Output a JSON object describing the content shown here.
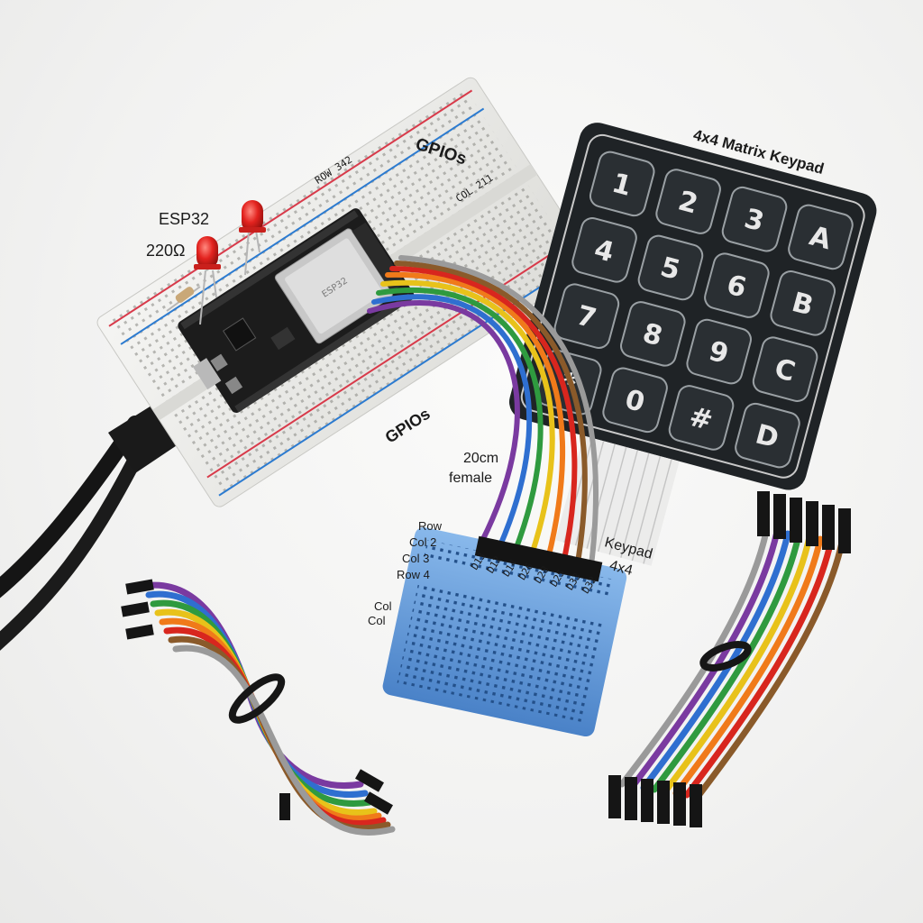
{
  "labels": {
    "gpio_top": "GPIOs",
    "gpio_bottom": "GPIOs",
    "esp32": "ESP32",
    "resistor": "220Ω",
    "keypad_title": "4x4 Matrix Keypad",
    "cable_length": "20cm",
    "cable_type": "female",
    "keypad_side_1": "Keypad",
    "keypad_side_2": "4x4",
    "row": "Row",
    "col_2": "Col 2",
    "col_3": "Col 3",
    "row_4": "Row 4",
    "col_a": "Col",
    "col_b": "Col",
    "breadboard_row_text": "ROW 342",
    "breadboard_col_text": "COL 211"
  },
  "keypad": {
    "keys": [
      "1",
      "2",
      "3",
      "A",
      "4",
      "5",
      "6",
      "B",
      "7",
      "8",
      "9",
      "C",
      "*",
      "0",
      "#",
      "D"
    ]
  },
  "header_pins": [
    "D13",
    "D12",
    "D14",
    "D26",
    "D28",
    "D25",
    "D33",
    "D32"
  ],
  "colors": {
    "wire_purple": "#7a3aa0",
    "wire_blue": "#2f6fd0",
    "wire_green": "#2f9a3f",
    "wire_yellow": "#e8c21a",
    "wire_orange": "#f07a1a",
    "wire_red": "#d8261e",
    "wire_brown": "#8a5a2a",
    "wire_grey": "#9a9a9a",
    "keypad_body": "#1f2326",
    "esp32_board": "#1c1c1c",
    "led_red": "#e3231f",
    "breadboard": "#ececea",
    "mini_breadboard": "#4f8fd6"
  }
}
